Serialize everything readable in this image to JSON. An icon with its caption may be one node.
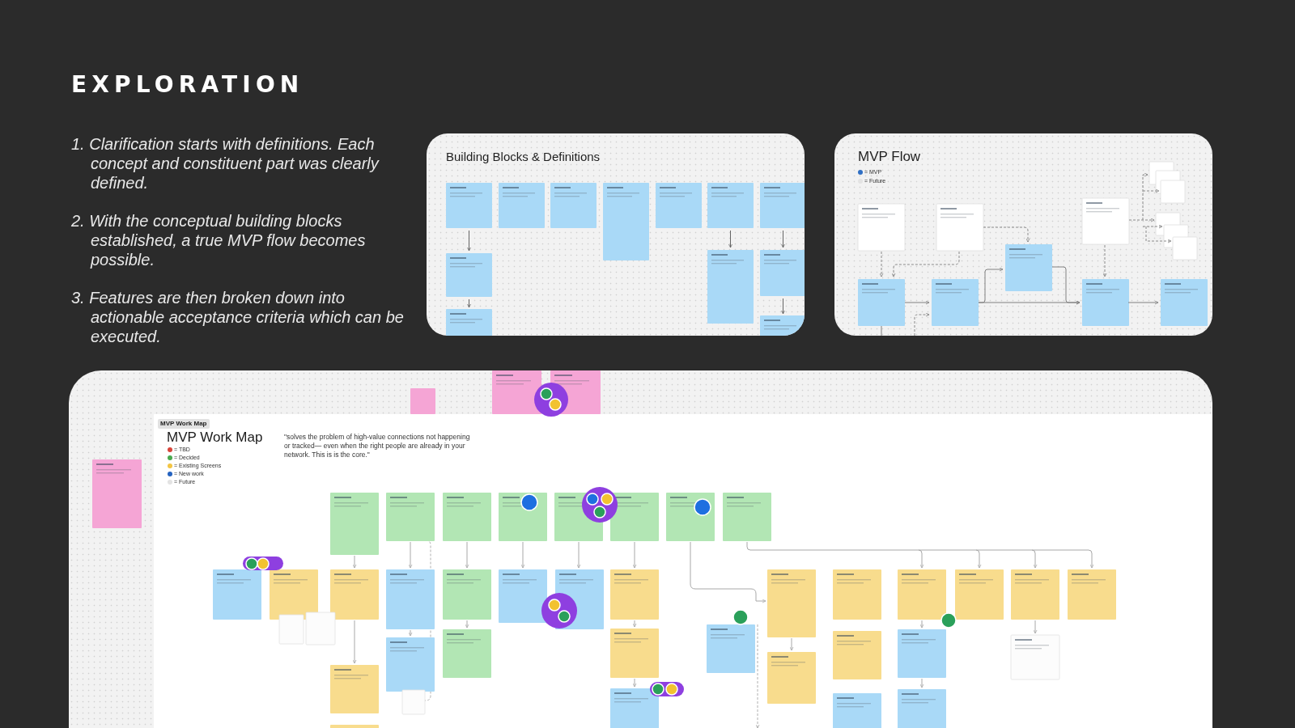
{
  "diagram": {
    "title": "EXPLORATION",
    "nodes": [
      {
        "text": [
          "Building Blocks & Definitions"
        ]
      },
      {
        "text": [
          "MVP Flow"
        ]
      },
      {
        "text": [],
        "shape": "box"
      },
      {
        "text": [
          "MVP Work Map",
          "MVP Work Map",
          "\"solves the problem of high-value connections not happening or tracked— even when the right people are already in your network. This is is the core.\""
        ],
        "in": 2
      }
    ],
    "labels": [
      "1. Clarification starts with definitions. Each concept and constituent part was clearly defined.",
      "2. With the conceptual building blocks established, a true MVP flow becomes possible.",
      "3. Features are then broken down into actionable acceptance criteria which can be executed."
    ],
    "legend": [
      {
        "text": "= MVP",
        "color": "#2f6fc4"
      },
      {
        "text": "= Future",
        "color": "#e3e3e3"
      },
      {
        "text": "= TBD",
        "color": "#d8453a"
      },
      {
        "text": "= Decided",
        "color": "#4aa94f"
      },
      {
        "text": "= Existing Screens",
        "color": "#f3c544"
      },
      {
        "text": "= New work",
        "color": "#2563c0"
      },
      {
        "text": "= Future",
        "color": "#e3e3e3"
      }
    ]
  }
}
